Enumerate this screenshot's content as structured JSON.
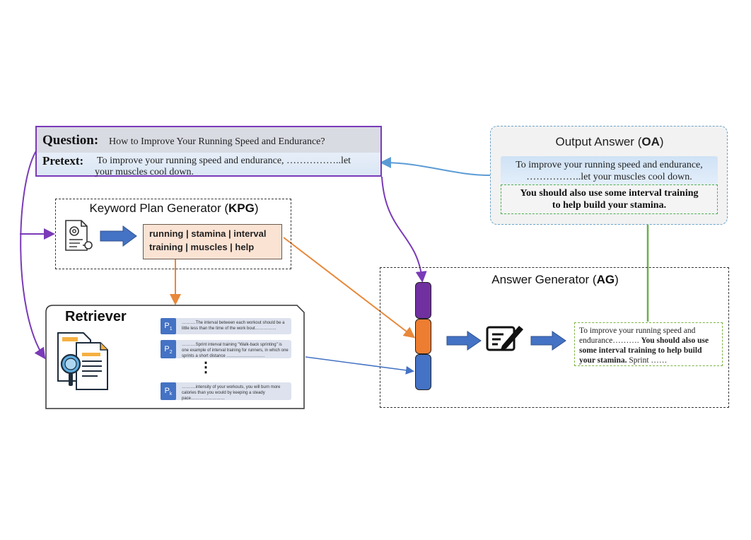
{
  "question": {
    "label": "Question:",
    "text": "How to Improve Your Running Speed and Endurance?"
  },
  "pretext": {
    "label": "Pretext:",
    "line1": "To improve your running speed and endurance, ……………..let",
    "line2": "your muscles cool down."
  },
  "kpg": {
    "title_prefix": "Keyword Plan Generator  (",
    "title_abbr": "KPG",
    "title_suffix": ")",
    "keywords_line1": "running | stamina | interval",
    "keywords_line2": "training | muscles | help",
    "icon": "document-settings-icon"
  },
  "retriever": {
    "title": "Retriever",
    "icon": "document-search-icon",
    "passages": [
      {
        "tag": "P",
        "sub": "1",
        "text": "……….The interval between each workout should be a little less than the time of the work bout……………"
      },
      {
        "tag": "P",
        "sub": "2",
        "text": "……….Sprint interval training \"Walk-back sprinting\" is one example of interval training for runners, in which one sprints a short distance ………………………"
      },
      {
        "tag": "P",
        "sub": "k",
        "text": "……….intensity of your workouts, you will burn more calories than you would by keeping a steady pace……………………"
      }
    ],
    "ellipsis": "⋮"
  },
  "output_answer": {
    "title_prefix": "Output Answer (",
    "title_abbr": "OA",
    "title_suffix": ")",
    "line1": "To improve your running speed and endurance,",
    "line2": "……………..let your muscles cool down.",
    "added1": "You should also use some interval training",
    "added2": "to help build your stamina."
  },
  "answer_generator": {
    "title_prefix": "Answer Generator (",
    "title_abbr": "AG",
    "title_suffix": ")",
    "icon": "writing-icon",
    "out_plain": "To improve your running speed and endurance………. ",
    "out_bold": "You should also use some interval training to help build your stamina.",
    "out_tail": " Sprint ……"
  },
  "colors": {
    "purple": "#7a3ab8",
    "orange": "#e8883a",
    "blue": "#4472c4",
    "green": "#6ab04c",
    "light_blue": "#5b9bd5",
    "seg_purple": "#7030a0",
    "seg_orange": "#ed7d31",
    "seg_blue": "#4472c4"
  }
}
